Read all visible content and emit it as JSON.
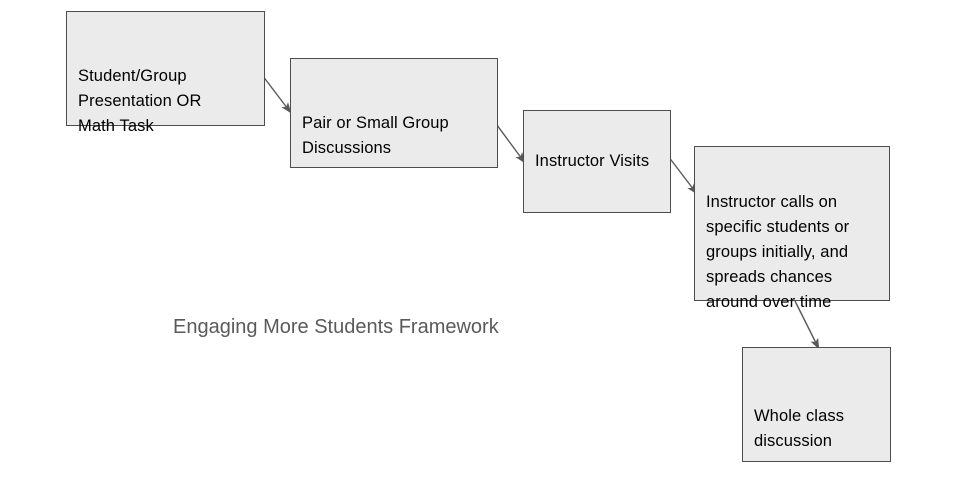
{
  "diagram": {
    "title": "Engaging More Students Framework",
    "title_color": "#5a5a5a",
    "background_color": "#ffffff",
    "node_fill_color": "#ebebeb",
    "node_border_color": "#4d4d4d",
    "connector_color": "#595959",
    "nodes": [
      {
        "id": "presentation",
        "label": "Student/Group\nPresentation OR\nMath Task"
      },
      {
        "id": "pair-discussions",
        "label": "Pair or Small Group\nDiscussions"
      },
      {
        "id": "instructor-visits",
        "label": "Instructor Visits"
      },
      {
        "id": "instructor-calls",
        "label": "Instructor calls on\nspecific students or\ngroups initially, and\nspreads chances\naround over time"
      },
      {
        "id": "whole-class",
        "label": "Whole class\ndiscussion"
      }
    ],
    "connectors": [
      {
        "id": "presentation-to-pair",
        "from": "presentation",
        "to": "pair-discussions"
      },
      {
        "id": "pair-to-visits",
        "from": "pair-discussions",
        "to": "instructor-visits"
      },
      {
        "id": "visits-to-calls",
        "from": "instructor-visits",
        "to": "instructor-calls"
      },
      {
        "id": "calls-to-whole-class",
        "from": "instructor-calls",
        "to": "whole-class"
      }
    ]
  }
}
